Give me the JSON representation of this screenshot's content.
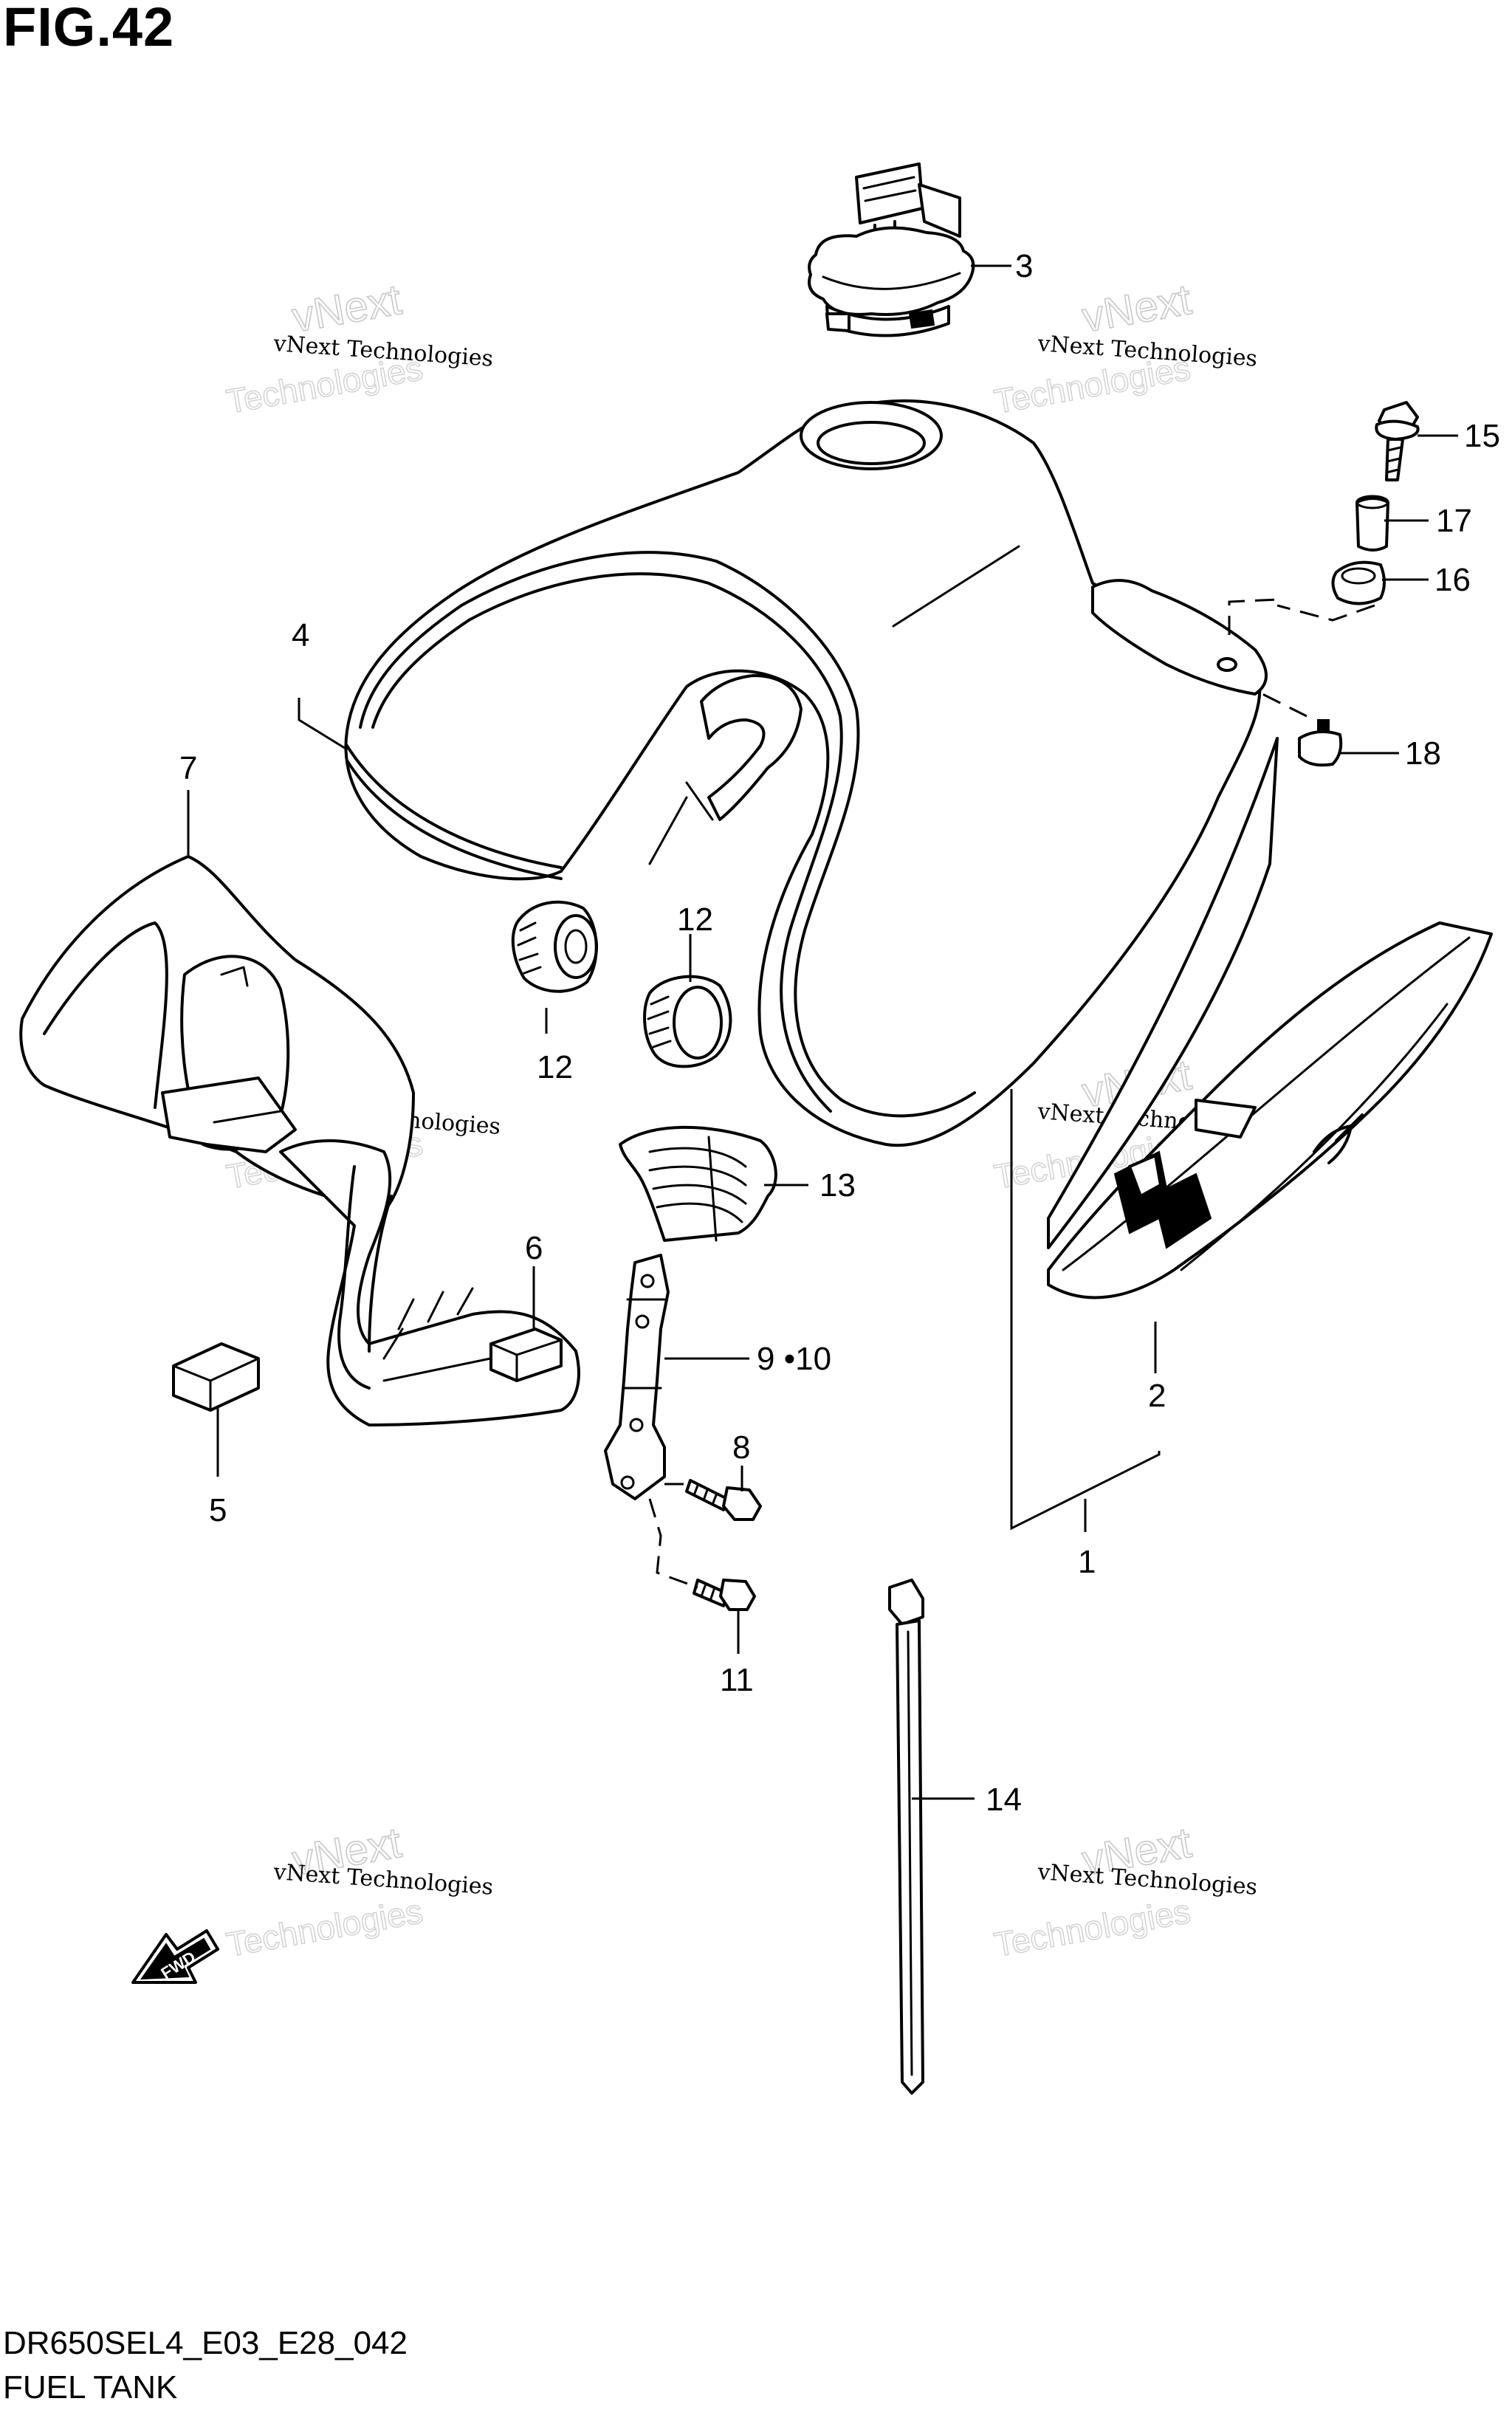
{
  "figure": {
    "title": "FIG.42",
    "code": "DR650SEL4_E03_E28_042",
    "name": "FUEL TANK",
    "fwd_label": "FWD"
  },
  "watermark": {
    "line1": "vNext Technologies",
    "line2": "vNext",
    "line3": "Technologies"
  },
  "callouts": {
    "c1": "1",
    "c2": "2",
    "c3": "3",
    "c4": "4",
    "c5": "5",
    "c6": "6",
    "c7": "7",
    "c8": "8",
    "c9_10": "9 •10",
    "c11": "11",
    "c12a": "12",
    "c12b": "12",
    "c13": "13",
    "c14": "14",
    "c15": "15",
    "c16": "16",
    "c17": "17",
    "c18": "18"
  }
}
